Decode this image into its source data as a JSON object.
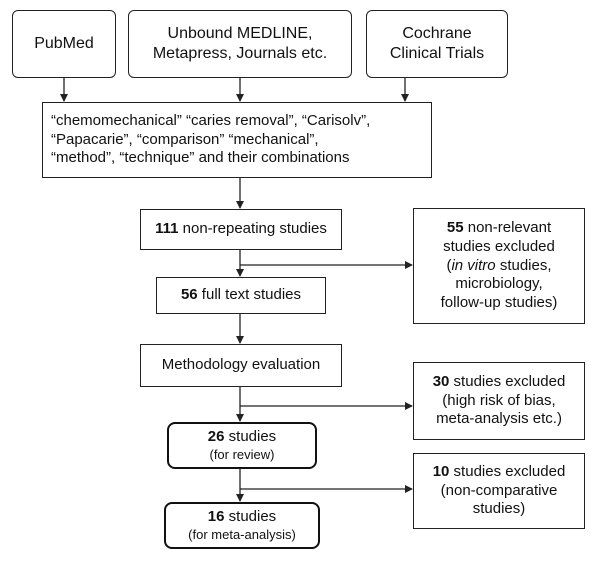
{
  "sources": {
    "pubmed": "PubMed",
    "unbound_line1": "Unbound MEDLINE,",
    "unbound_line2": "Metapress, Journals etc.",
    "cochrane_line1": "Cochrane",
    "cochrane_line2": "Clinical Trials"
  },
  "keywords": {
    "line1": "“chemomechanical” “caries removal”, “Carisolv”,",
    "line2": "“Papacarie”, “comparison” “mechanical”,",
    "line3": "“method”, “technique” and their combinations"
  },
  "non_repeating": {
    "count": "111",
    "label": " non-repeating studies"
  },
  "non_relevant": {
    "count": "55",
    "line1_rest": " non-relevant",
    "line2": "studies  excluded",
    "paren_open": "(",
    "in_vitro": "in vitro",
    "line3_rest": " studies,",
    "line4": "microbiology,",
    "line5": "follow-up studies)"
  },
  "full_text": {
    "count": "56",
    "label": " full text studies"
  },
  "methodology": {
    "label": "Methodology evaluation"
  },
  "bias_excluded": {
    "count": "30",
    "line1_rest": " studies  excluded",
    "line2": "(high risk of bias,",
    "line3": "meta-analysis etc.)"
  },
  "review": {
    "count": "26",
    "label": " studies",
    "sub": "(for review)"
  },
  "noncomp_excluded": {
    "count": "10",
    "line1_rest": " studies  excluded",
    "line2": "(non-comparative",
    "line3": "studies)"
  },
  "meta": {
    "count": "16",
    "label": " studies",
    "sub": "(for meta-analysis)"
  },
  "colors": {
    "line": "#222222",
    "background": "#ffffff"
  }
}
